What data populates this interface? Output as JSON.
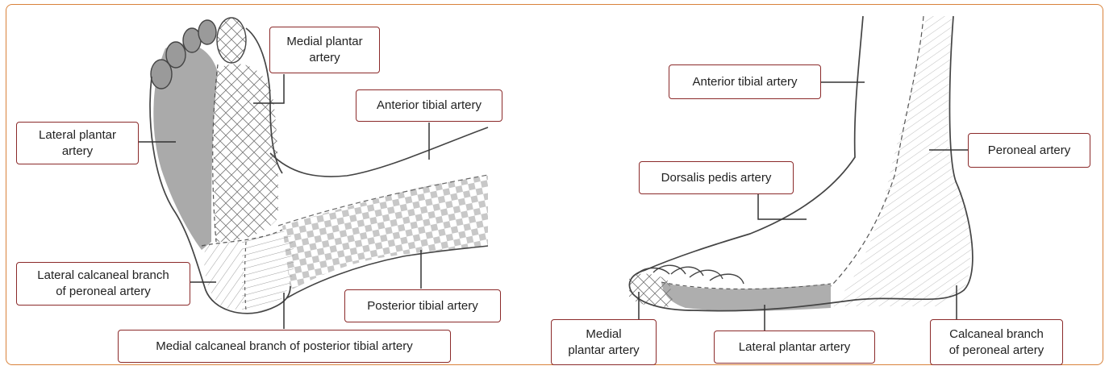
{
  "figure": {
    "frame_color": "#d9823a",
    "label_border_color": "#8b2a2a",
    "left_panel": {
      "view": "plantar-view-of-foot",
      "labels": {
        "medial_plantar": "Medial plantar\nartery",
        "anterior_tibial": "Anterior tibial artery",
        "lateral_plantar": "Lateral plantar\nartery",
        "lateral_calcaneal": "Lateral calcaneal branch\nof peroneal artery",
        "posterior_tibial": "Posterior tibial artery",
        "medial_calcaneal": "Medial calcaneal branch of posterior tibial artery"
      }
    },
    "right_panel": {
      "view": "lateral-view-of-foot",
      "labels": {
        "anterior_tibial": "Anterior tibial artery",
        "peroneal": "Peroneal artery",
        "dorsalis_pedis": "Dorsalis pedis artery",
        "medial_plantar": "Medial\nplantar artery",
        "lateral_plantar": "Lateral plantar artery",
        "calcaneal_peroneal": "Calcaneal branch\nof peroneal artery"
      }
    }
  }
}
